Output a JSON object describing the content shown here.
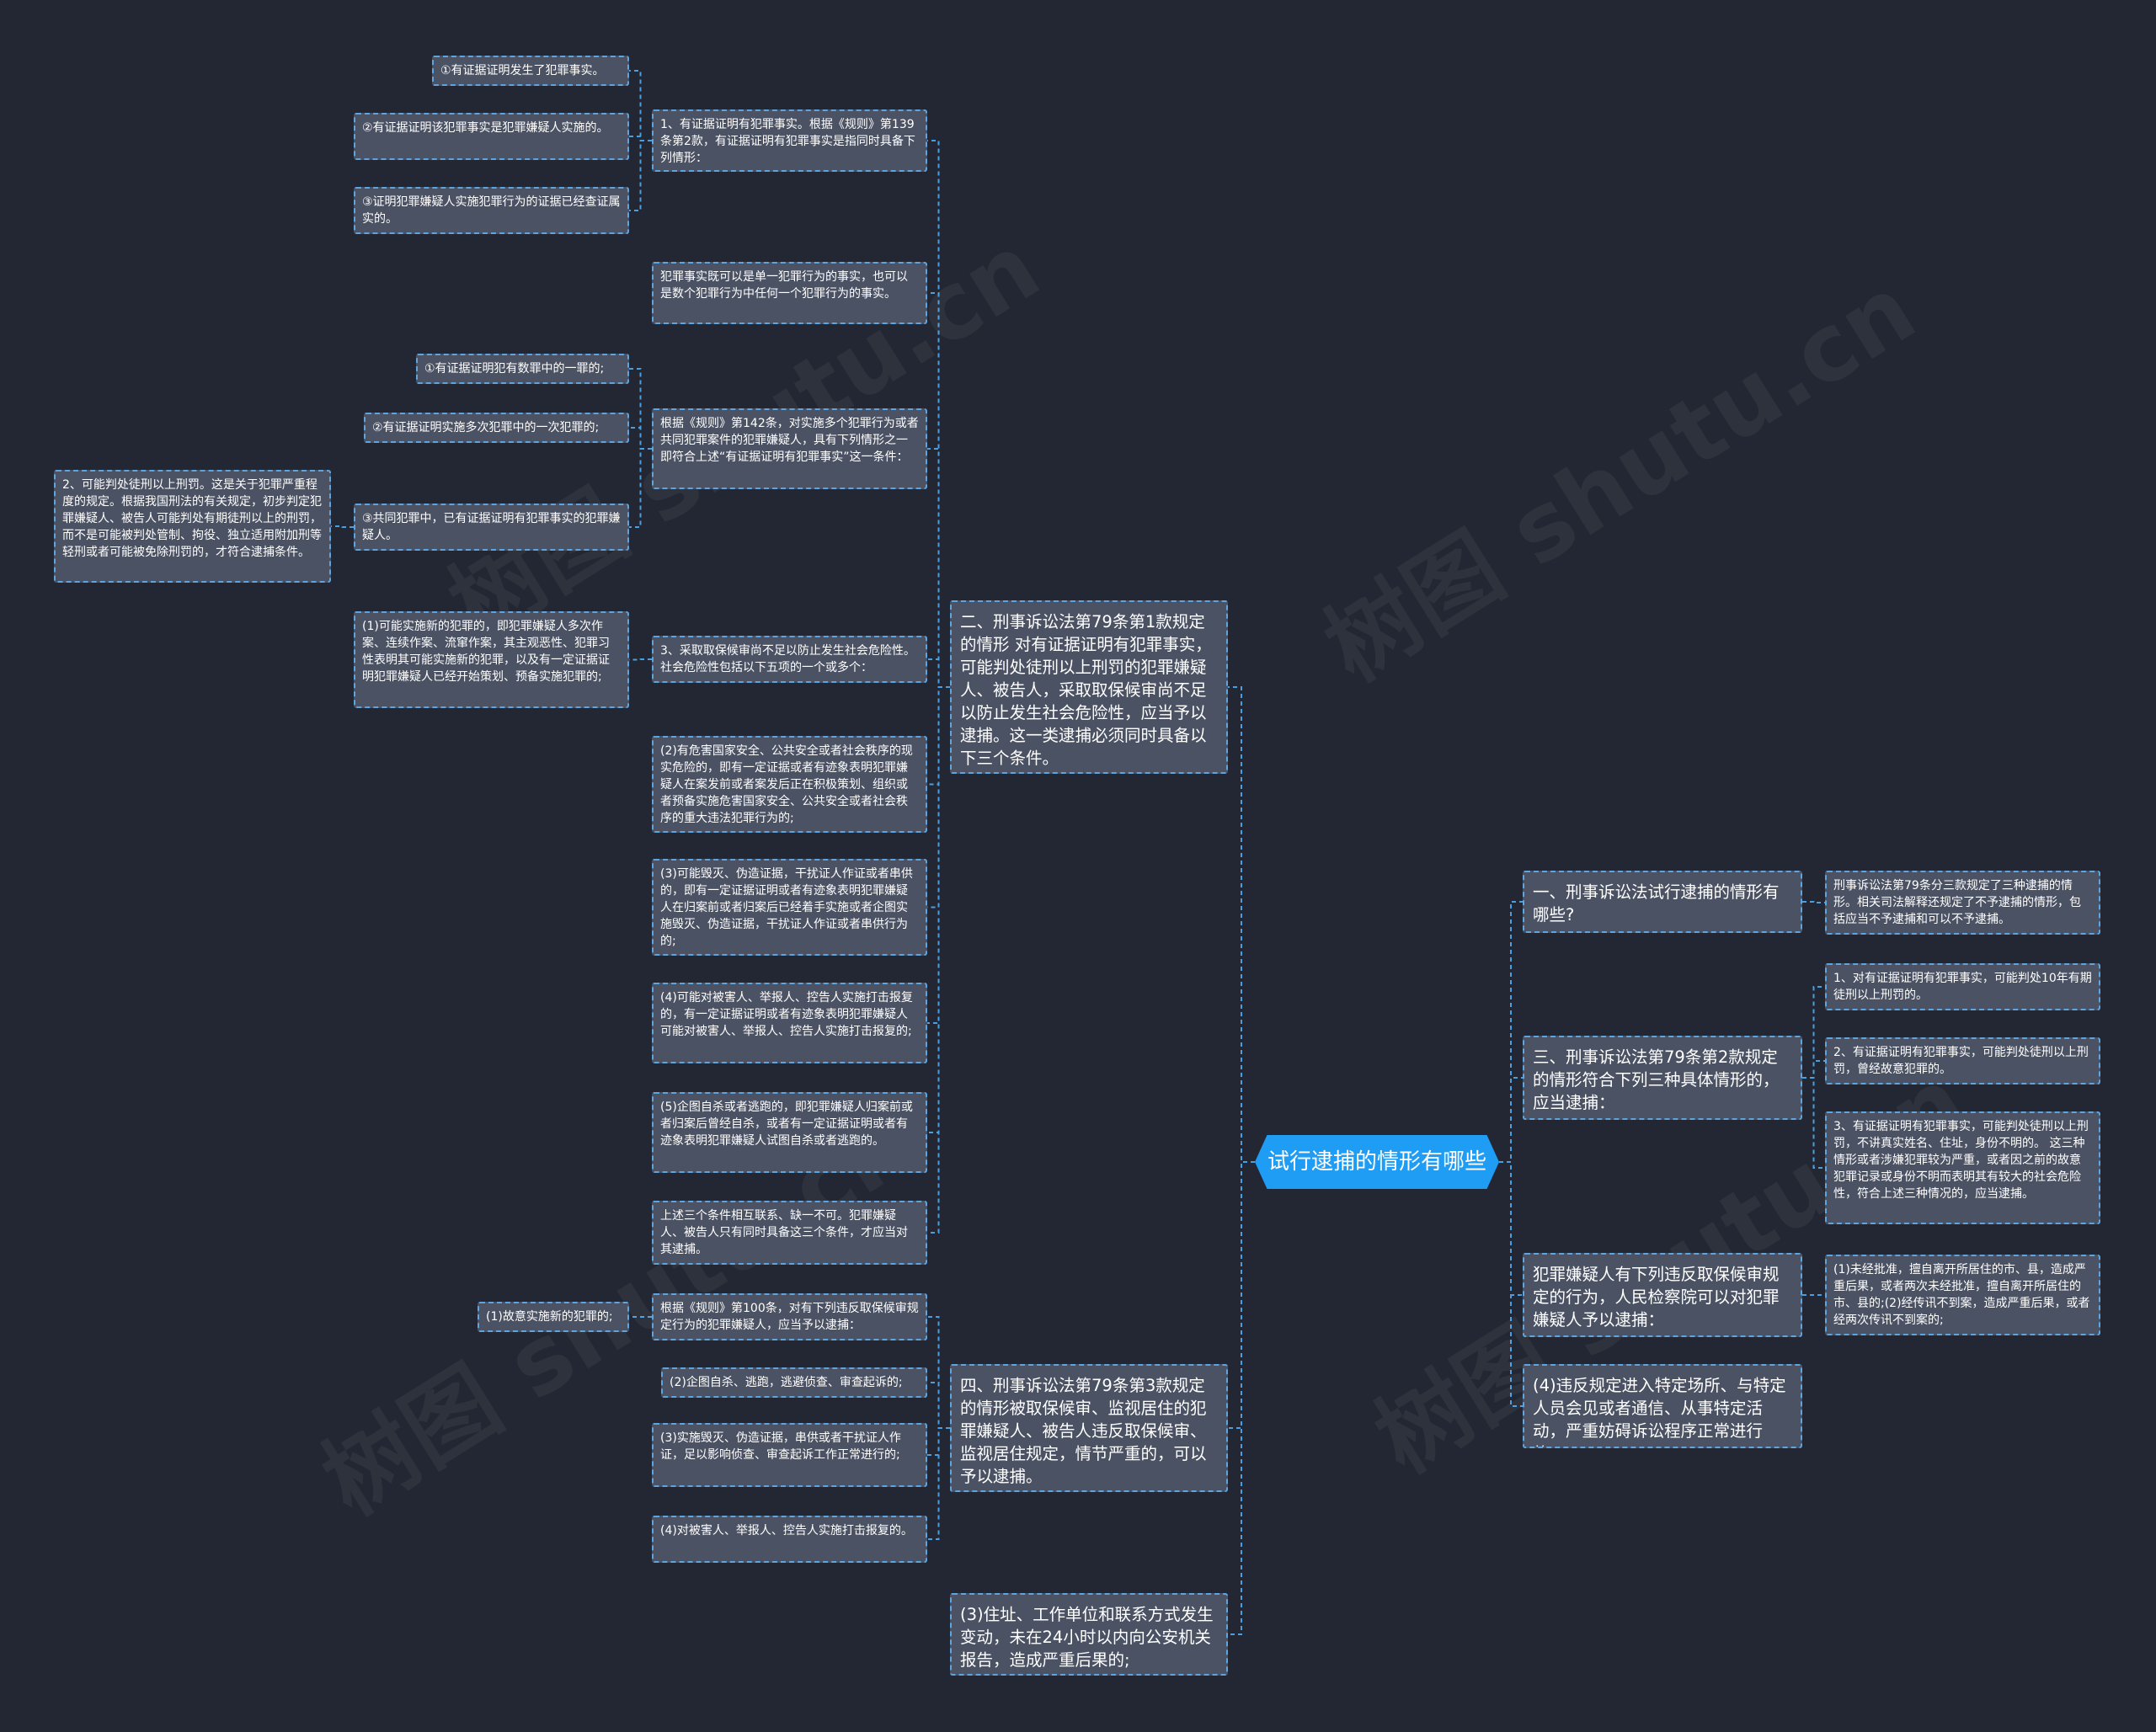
{
  "title": "试行逮捕的情形有哪些",
  "watermark": "树图 shutu.cn",
  "colors": {
    "background": "#222733",
    "node": "#4b5263",
    "border": "#5ea5e0",
    "root": "#1f9cf4",
    "line": "#4a9fe0"
  },
  "nodes": {
    "n1": "①有证据证明发生了犯罪事实。",
    "n2": "②有证据证明该犯罪事实是犯罪嫌疑人实施的。",
    "n3": "③证明犯罪嫌疑人实施犯罪行为的证据已经查证属实的。",
    "n4": "1、有证据证明有犯罪事实。根据《规则》第139条第2款，有证据证明有犯罪事实是指同时具备下列情形：",
    "n5": "犯罪事实既可以是单一犯罪行为的事实，也可以是数个犯罪行为中任何一个犯罪行为的事实。",
    "n6": "①有证据证明犯有数罪中的一罪的;",
    "n7": "②有证据证明实施多次犯罪中的一次犯罪的;",
    "n8": "根据《规则》第142条，对实施多个犯罪行为或者共同犯罪案件的犯罪嫌疑人，具有下列情形之一即符合上述“有证据证明有犯罪事实”这一条件：",
    "n9": "2、可能判处徒刑以上刑罚。这是关于犯罪严重程度的规定。根据我国刑法的有关规定，初步判定犯罪嫌疑人、被告人可能判处有期徒刑以上的刑罚，而不是可能被判处管制、拘役、独立适用附加刑等轻刑或者可能被免除刑罚的，才符合逮捕条件。",
    "n10": "③共同犯罪中，已有证据证明有犯罪事实的犯罪嫌疑人。",
    "n11": "(1)可能实施新的犯罪的，即犯罪嫌疑人多次作案、连续作案、流窜作案，其主观恶性、犯罪习性表明其可能实施新的犯罪，以及有一定证据证明犯罪嫌疑人已经开始策划、预备实施犯罪的;",
    "n12": "3、采取取保候审尚不足以防止发生社会危险性。社会危险性包括以下五项的一个或多个：",
    "n13": "(2)有危害国家安全、公共安全或者社会秩序的现实危险的，即有一定证据或者有迹象表明犯罪嫌疑人在案发前或者案发后正在积极策划、组织或者预备实施危害国家安全、公共安全或者社会秩序的重大违法犯罪行为的;",
    "n14": "(3)可能毁灭、伪造证据，干扰证人作证或者串供的，即有一定证据证明或者有迹象表明犯罪嫌疑人在归案前或者归案后已经着手实施或者企图实施毁灭、伪造证据，干扰证人作证或者串供行为的;",
    "n15": "(4)可能对被害人、举报人、控告人实施打击报复的，有一定证据证明或者有迹象表明犯罪嫌疑人可能对被害人、举报人、控告人实施打击报复的;",
    "n16": "(5)企图自杀或者逃跑的，即犯罪嫌疑人归案前或者归案后曾经自杀，或者有一定证据证明或者有迹象表明犯罪嫌疑人试图自杀或者逃跑的。",
    "n17": "上述三个条件相互联系、缺一不可。犯罪嫌疑人、被告人只有同时具备这三个条件，才应当对其逮捕。",
    "n18": "(1)故意实施新的犯罪的;",
    "n19": "根据《规则》第100条，对有下列违反取保候审规定行为的犯罪嫌疑人，应当予以逮捕：",
    "n20": "(2)企图自杀、逃跑，逃避侦查、审查起诉的;",
    "n21": "(3)实施毁灭、伪造证据，串供或者干扰证人作证，足以影响侦查、审查起诉工作正常进行的;",
    "n22": "(4)对被害人、举报人、控告人实施打击报复的。",
    "n23": "二、刑事诉讼法第79条第1款规定的情形 对有证据证明有犯罪事实，可能判处徒刑以上刑罚的犯罪嫌疑人、被告人，采取取保候审尚不足以防止发生社会危险性，应当予以逮捕。这一类逮捕必须同时具备以下三个条件。",
    "n24": "四、刑事诉讼法第79条第3款规定的情形被取保候审、监视居住的犯罪嫌疑人、被告人违反取保候审、监视居住规定，情节严重的，可以予以逮捕。",
    "n25": "(3)住址、工作单位和联系方式发生变动，未在24小时以内向公安机关报告，造成严重后果的;",
    "n26": "一、刑事诉讼法试行逮捕的情形有哪些?",
    "n27": "刑事诉讼法第79条分三款规定了三种逮捕的情形。相关司法解释还规定了不予逮捕的情形，包括应当不予逮捕和可以不予逮捕。",
    "n28": "三、刑事诉讼法第79条第2款规定的情形符合下列三种具体情形的，应当逮捕：",
    "n29": "1、对有证据证明有犯罪事实，可能判处10年有期徒刑以上刑罚的。",
    "n30": "2、有证据证明有犯罪事实，可能判处徒刑以上刑罚，曾经故意犯罪的。",
    "n31": "3、有证据证明有犯罪事实，可能判处徒刑以上刑罚，不讲真实姓名、住址，身份不明的。 这三种情形或者涉嫌犯罪较为严重，或者因之前的故意犯罪记录或身份不明而表明其有较大的社会危险性，符合上述三种情况的，应当逮捕。",
    "n32": "犯罪嫌疑人有下列违反取保候审规定的行为，人民检察院可以对犯罪嫌疑人予以逮捕：",
    "n33": "(1)未经批准，擅自离开所居住的市、县，造成严重后果，或者两次未经批准，擅自离开所居住的市、县的;(2)经传讯不到案，造成严重后果，或者经两次传讯不到案的;",
    "n34": "(4)违反规定进入特定场所、与特定人员会见或者通信、从事特定活动，严重妨碍诉讼程序正常进行的。"
  }
}
